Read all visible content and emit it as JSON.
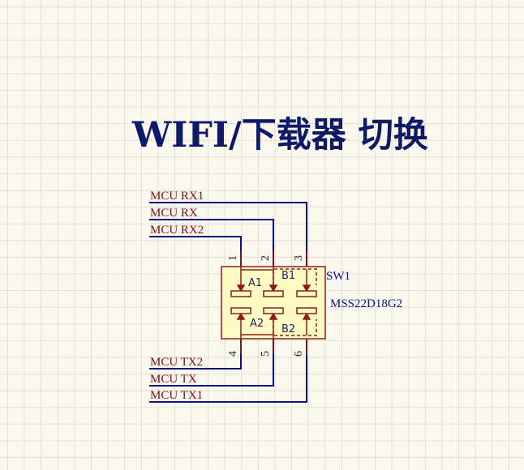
{
  "title": "WIFI/下载器 切换",
  "component": {
    "designator": "SW1",
    "part_number": "MSS22D18G2",
    "pin_names": {
      "a1": "A1",
      "b1": "B1",
      "a2": "A2",
      "b2": "B2"
    },
    "pin_numbers": [
      "1",
      "2",
      "3",
      "4",
      "5",
      "6"
    ]
  },
  "nets": {
    "top": [
      "MCU RX1",
      "MCU RX",
      "MCU RX2"
    ],
    "bottom": [
      "MCU TX2",
      "MCU TX",
      "MCU TX1"
    ]
  },
  "colors": {
    "title": "#0e1a68",
    "wire": "#0a1480",
    "net_label": "#7c1010",
    "component_body": "#fffbc2",
    "component_border": "#8b1c1c",
    "pin_text": "#1d1d6e",
    "designator": "#0a1480"
  }
}
